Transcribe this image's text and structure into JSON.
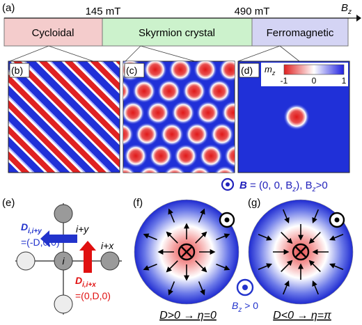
{
  "phase_bar": {
    "panel_label": "(a)",
    "axis_label": "B",
    "axis_subscript": "z",
    "field_1": "145 mT",
    "field_2": "490 mT",
    "phases": [
      {
        "name": "Cycloidal",
        "color": "#f4cccc"
      },
      {
        "name": "Skyrmion crystal",
        "color": "#ccf2cc"
      },
      {
        "name": "Ferromagnetic",
        "color": "#d4d4f4"
      }
    ]
  },
  "panels": {
    "b": "(b)",
    "c": "(c)",
    "d": "(d)",
    "e": "(e)",
    "f": "(f)",
    "g": "(g)"
  },
  "colorbar": {
    "label": "m",
    "label_sub": "z",
    "tick_min": "-1",
    "tick_mid": "0",
    "tick_max": "1",
    "color_min": "#e02020",
    "color_mid": "#ffffff",
    "color_max": "#2020e0"
  },
  "field_note": {
    "bold": "B",
    "rest": " = (0, 0, B",
    "sub": "z",
    "tail": "), B",
    "sub2": "z",
    "tail2": ">0",
    "color": "#2222bb"
  },
  "lattice": {
    "site_i": "i",
    "site_y": "i+y",
    "site_x": "i+x",
    "dmi_y_label": "D",
    "dmi_y_sub": "i,i+y",
    "dmi_y_value": "=(-D,0,0)",
    "dmi_x_label": "D",
    "dmi_x_sub": "i,i+x",
    "dmi_x_value": "=(0,D,0)",
    "blue": "#2233cc",
    "red": "#e01010"
  },
  "skyrmions": {
    "f_caption": "D>0 → η=0",
    "g_caption": "D<0 → η=π",
    "bz_label": "B",
    "bz_sub": "z",
    "bz_tail": " > 0"
  }
}
